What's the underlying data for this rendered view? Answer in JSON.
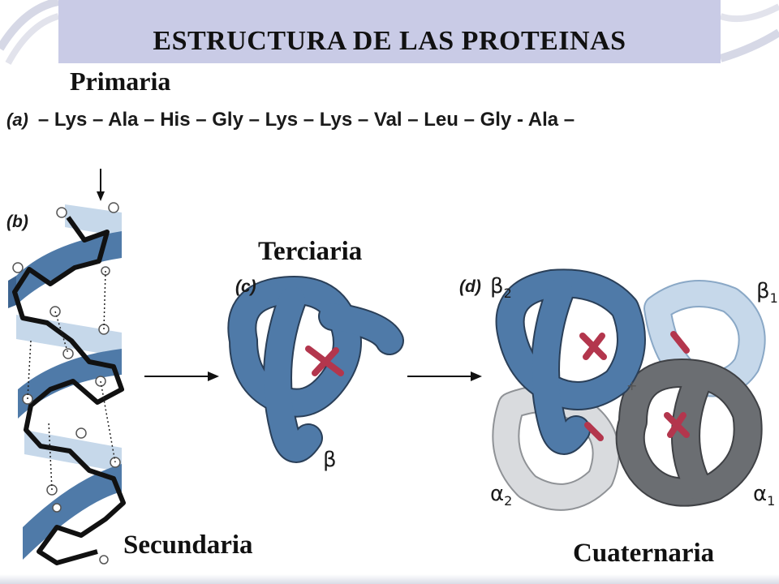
{
  "title": "ESTRUCTURA DE LAS PROTEINAS",
  "labels": {
    "primaria": "Primaria",
    "secundaria": "Secundaria",
    "terciaria": "Terciaria",
    "cuaternaria": "Cuaternaria"
  },
  "panels": {
    "a": "(a)",
    "b": "(b)",
    "c": "(c)",
    "d": "(d)"
  },
  "sequence": "– Lys – Ala – His – Gly – Lys – Lys – Val – Leu – Gly - Ala –",
  "subunits": {
    "tertiary_beta": "β",
    "beta": "β",
    "alpha": "α",
    "sub_1": "1",
    "sub_2": "2",
    "plus": "+"
  },
  "colors": {
    "title_bar": "#c9cbe6",
    "blue_chain": "#4f7aa8",
    "light_blue_chain": "#c6d8ea",
    "dark_chain": "#6b6e72",
    "light_gray_chain": "#d9dbde",
    "heme": "#b3364d"
  }
}
